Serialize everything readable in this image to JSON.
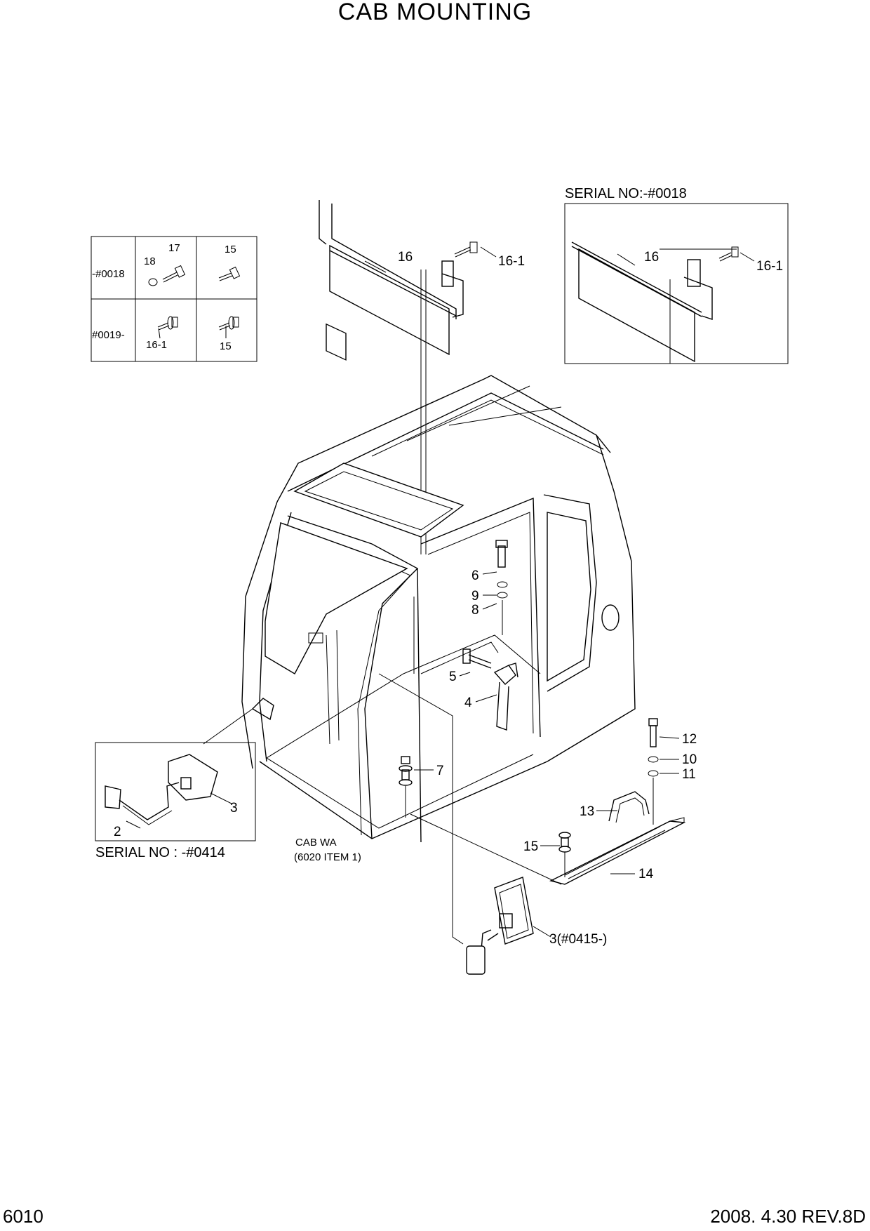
{
  "title": "CAB MOUNTING",
  "page_number": "6010",
  "revision": "2008. 4.30 REV.8D",
  "serial_table": {
    "rows": [
      {
        "serial": "-#0018",
        "cell1_labels": [
          "18",
          "17"
        ],
        "cell2_labels": [
          "15"
        ]
      },
      {
        "serial": "#0019-",
        "cell1_labels": [
          "16-1"
        ],
        "cell2_labels": [
          "15"
        ]
      }
    ]
  },
  "inset_top_right": {
    "label": "SERIAL NO:-#0018",
    "parts": [
      "16",
      "16-1"
    ]
  },
  "inset_left": {
    "label": "SERIAL NO : -#0414",
    "parts": [
      "2",
      "3"
    ]
  },
  "cab_note": {
    "line1": "CAB WA",
    "line2": "(6020 ITEM 1)"
  },
  "callouts": [
    "16",
    "16-1",
    "6",
    "9",
    "8",
    "5",
    "4",
    "7",
    "12",
    "10",
    "11",
    "13",
    "15",
    "14",
    "3(#0415-)"
  ]
}
